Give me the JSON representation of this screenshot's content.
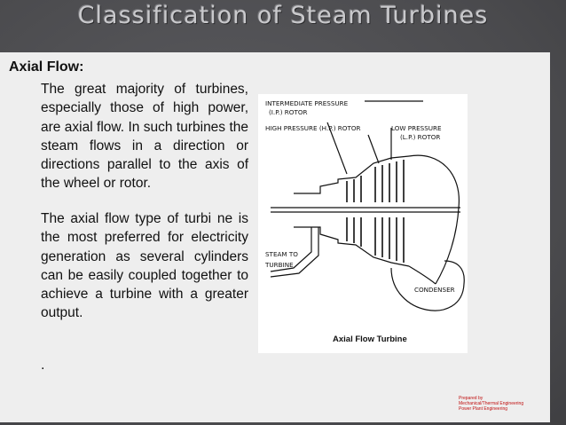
{
  "slide": {
    "title": "Classification of Steam Turbines",
    "heading": "Axial Flow:",
    "paragraphs": [
      "The great majority of turbines, especially those of high power, are axial flow. In such turbines the steam flows in a direction or directions parallel to the axis of the wheel or rotor.",
      "The axial flow type of turbi ne is the most preferred for electricity generation as several cylinders can be easily coupled together to achieve a turbine with a greater output."
    ],
    "trailing_dot": "."
  },
  "figure": {
    "caption": "Axial Flow Turbine",
    "labels": {
      "ip_line1": "INTERMEDIATE PRESSURE",
      "ip_line2": "(I.P.) ROTOR",
      "hp": "HIGH PRESSURE (H.P.) ROTOR",
      "lp_line1": "LOW PRESSURE",
      "lp_line2": "(L.P.) ROTOR",
      "steam_line1": "STEAM TO",
      "steam_line2": "TURBINE",
      "condenser": "CONDENSER"
    }
  },
  "credit": {
    "line1": "Prepared by",
    "line2": "Mechanical/Thermal Engineering",
    "line3": "Power Plant Engineering"
  }
}
